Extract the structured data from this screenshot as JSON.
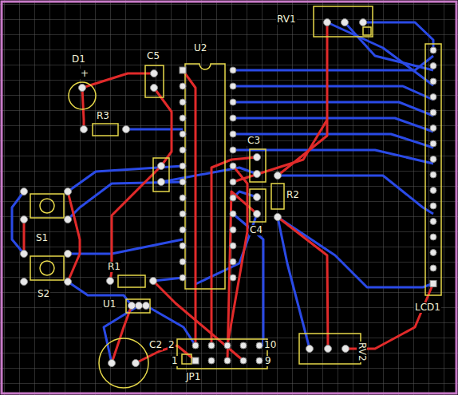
{
  "diagram": {
    "labels": [
      "RV1",
      "D1",
      "+",
      "C5",
      "U2",
      "R3",
      "C3",
      "R2",
      "C4",
      "S1",
      "S2",
      "R1",
      "U1",
      "C2",
      "2",
      "10",
      "1",
      "9",
      "JP1",
      "RV2",
      "LCD1"
    ]
  }
}
